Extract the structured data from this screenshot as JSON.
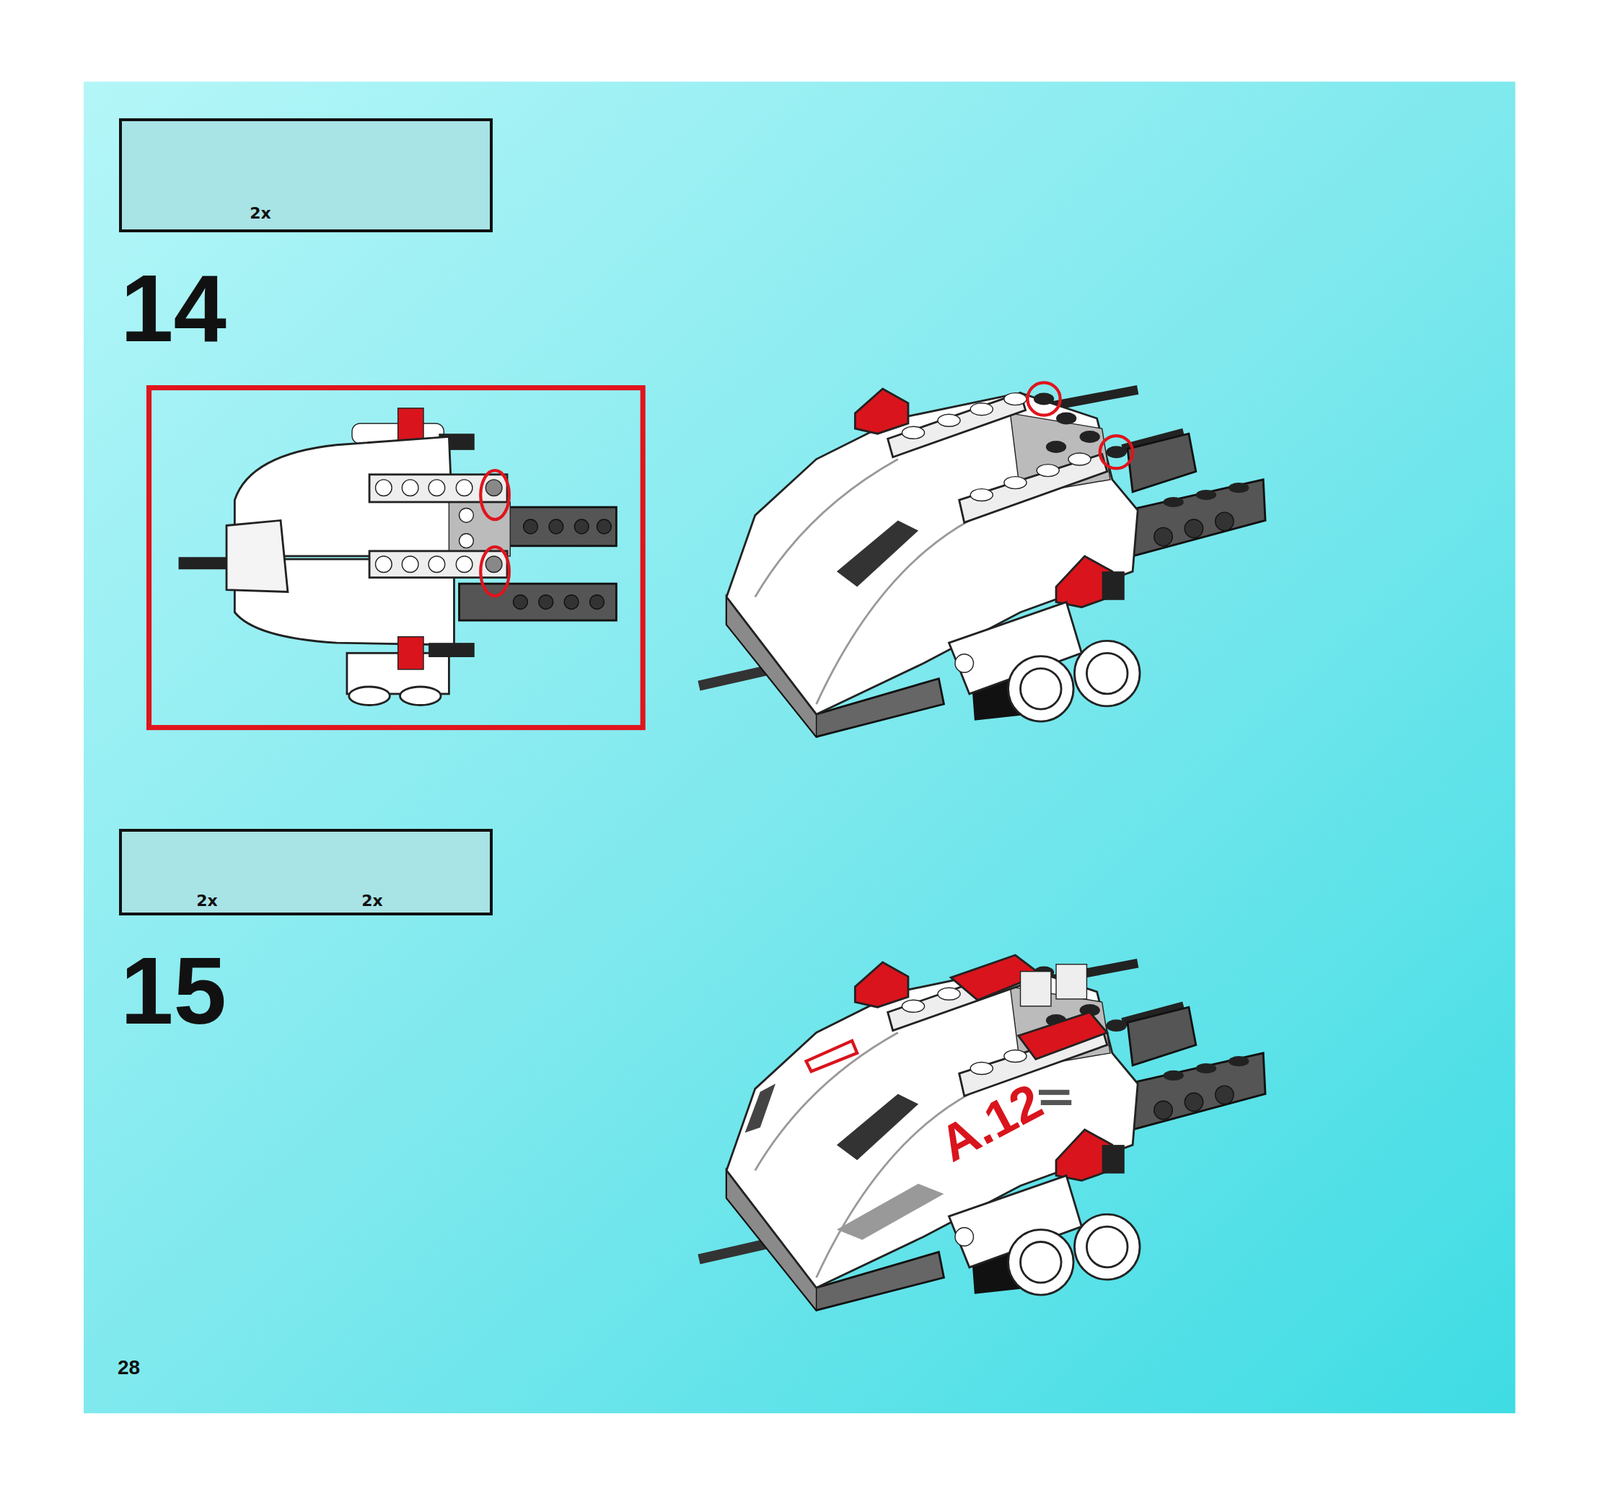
{
  "diagram": {
    "nodes": [
      {
        "text": [
          "2x"
        ]
      },
      {
        "text": [
          "2x",
          "2x"
        ]
      }
    ],
    "labels": [
      "14",
      "15",
      "A.12",
      "28"
    ]
  }
}
